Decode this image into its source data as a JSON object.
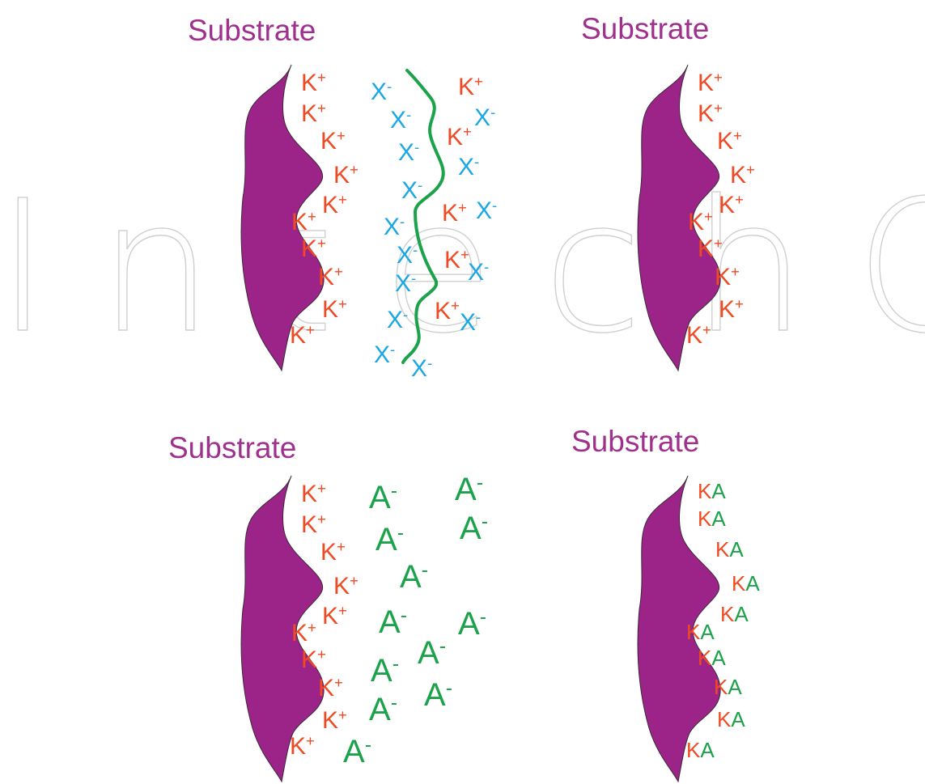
{
  "watermark": "IntechOpen",
  "colors": {
    "substrate": "#9c2488",
    "outline": "#3a2a3a",
    "cation": "#ef4a23",
    "anion_x": "#1ba7e4",
    "anion_a": "#1ca24a",
    "membrane": "#1ca24a",
    "title": "#a0308e",
    "watermark": "#cfcfcf"
  },
  "panels": [
    {
      "title": "Substrate",
      "cation": {
        "base": "K",
        "charge": "+"
      },
      "counter_ion": {
        "base": "X",
        "charge": "-"
      },
      "boundary": "green-wavy-line",
      "far_cation": {
        "base": "K",
        "charge": "+"
      }
    },
    {
      "title": "Substrate",
      "cation": {
        "base": "K",
        "charge": "+"
      }
    },
    {
      "title": "Substrate",
      "cation": {
        "base": "K",
        "charge": "+"
      },
      "counter_ion": {
        "base": "A",
        "charge": "-"
      }
    },
    {
      "title": "Substrate",
      "pair": {
        "cation": "K",
        "anion": "A"
      }
    }
  ]
}
